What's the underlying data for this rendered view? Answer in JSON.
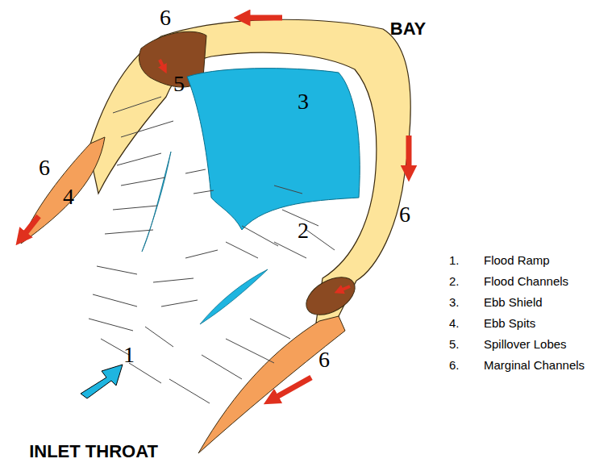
{
  "diagram": {
    "labels": [
      "6",
      "5",
      "3",
      "BAY",
      "6",
      "4",
      "2",
      "6",
      "1",
      "6",
      "INLET THROAT",
      "1.",
      "Flood Ramp",
      "2.",
      "Flood Channels",
      "3.",
      "Ebb Shield",
      "4.",
      "Ebb Spits",
      "5.",
      "Spillover Lobes",
      "6.",
      "Marginal Channels"
    ]
  }
}
